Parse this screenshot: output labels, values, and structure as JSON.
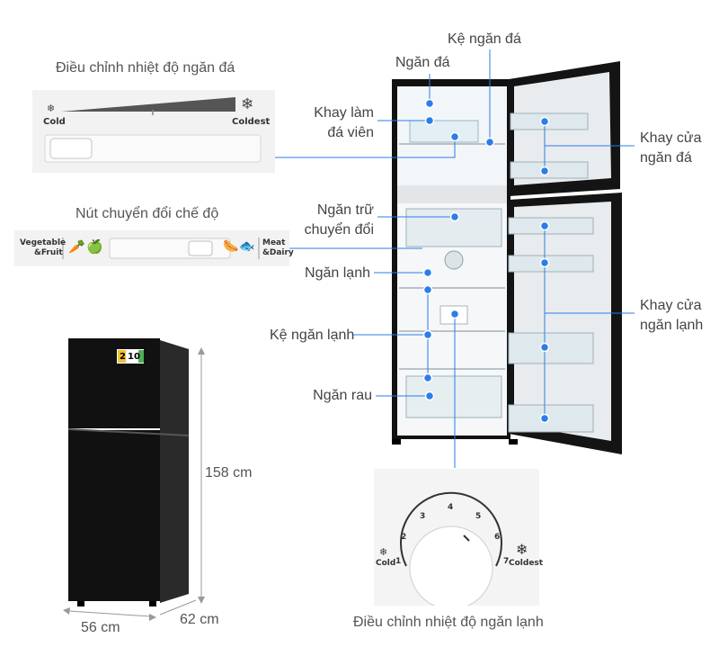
{
  "freezer_control": {
    "title": "Điều chỉnh nhiệt độ ngăn đá",
    "cold": "Cold",
    "coldest": "Coldest"
  },
  "mode_switch": {
    "title": "Nút chuyển đổi chế độ",
    "left_label_1": "Vegetable",
    "left_label_2": "&Fruit",
    "right_label_1": "Meat",
    "right_label_2": "&Dairy"
  },
  "dimensions": {
    "height": "158 cm",
    "width": "56 cm",
    "depth": "62 cm"
  },
  "energy_label": {
    "left": "2",
    "right": "10"
  },
  "fridge_control": {
    "title": "Điều chỉnh nhiệt độ ngăn lạnh",
    "cold": "Cold",
    "coldest": "Coldest",
    "dial": [
      "1",
      "2",
      "3",
      "4",
      "5",
      "6",
      "7"
    ]
  },
  "callouts": {
    "ice_shelf": "Kệ ngăn đá",
    "freezer": "Ngăn đá",
    "ice_tray_1": "Khay làm",
    "ice_tray_2": "đá viên",
    "freezer_door_1": "Khay cửa",
    "freezer_door_2": "ngăn đá",
    "convertible_1": "Ngăn trữ",
    "convertible_2": "chuyển đổi",
    "fridge": "Ngăn lạnh",
    "fridge_shelf": "Kệ ngăn lạnh",
    "veg_drawer": "Ngăn rau",
    "fridge_door_1": "Khay cửa",
    "fridge_door_2": "ngăn lạnh"
  },
  "colors": {
    "accent": "#2b7de9",
    "fridge_body": "#141414",
    "panel": "#f2f2f2"
  }
}
